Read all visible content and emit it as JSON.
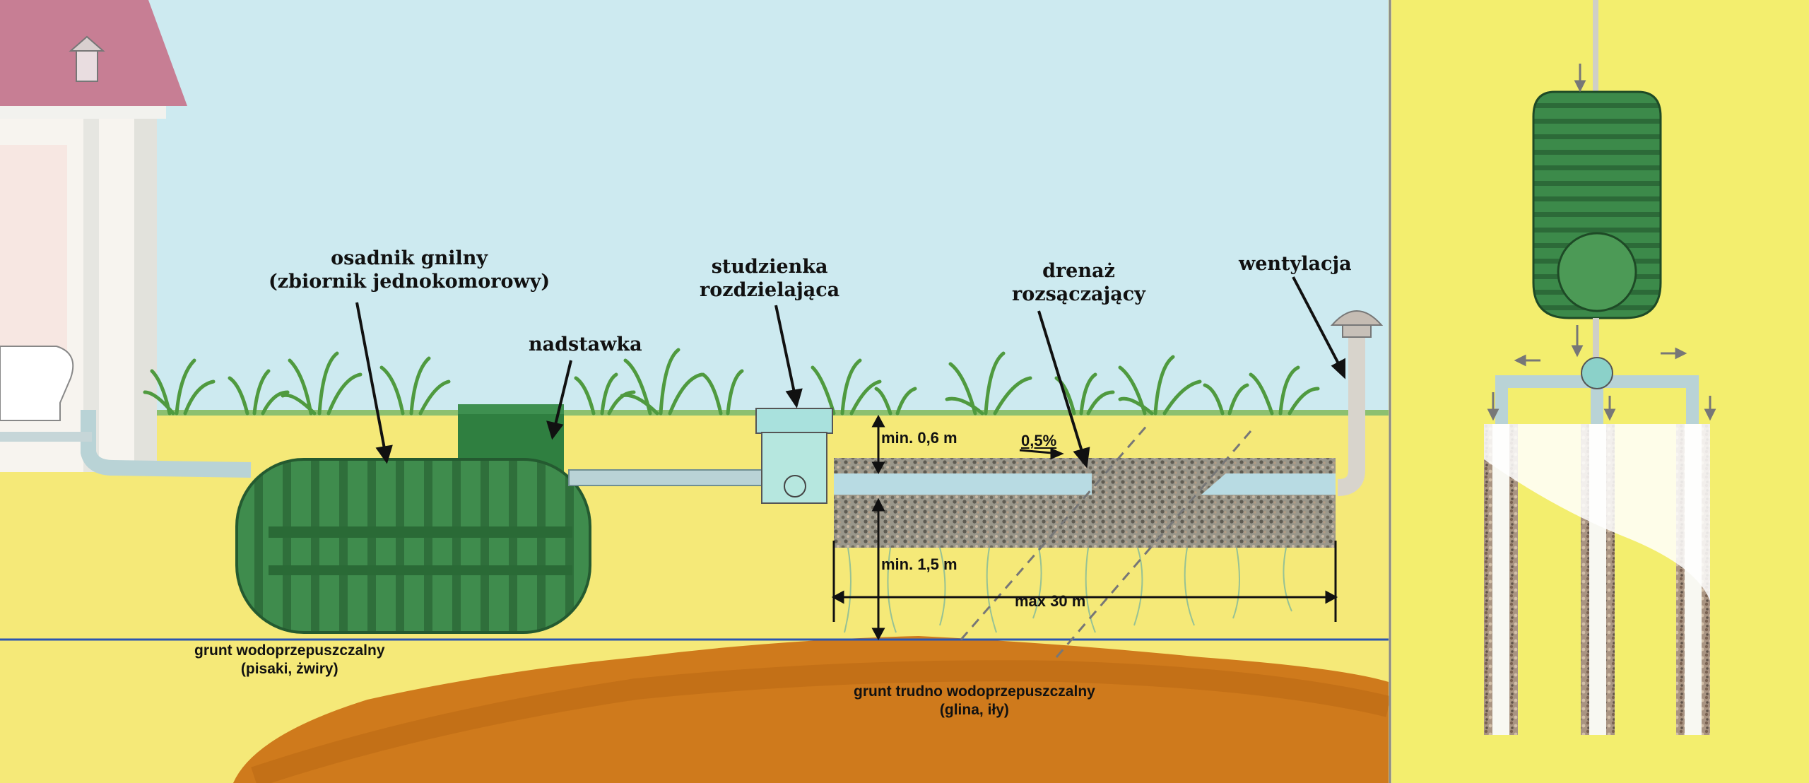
{
  "labels": {
    "septic_tank": {
      "line1": "osadnik gnilny",
      "line2": "(zbiornik jednokomorowy)"
    },
    "extension": "nadstawka",
    "distribution_box": {
      "line1": "studzienka",
      "line2": "rozdzielająca"
    },
    "drainage": {
      "line1": "drenaż",
      "line2": "rozsączający"
    },
    "ventilation": "wentylacja",
    "depth_cover": "min. 0,6 m",
    "slope": "0,5%",
    "depth_groundwater": "min. 1,5 m",
    "max_length": "max 30 m",
    "permeable_soil": {
      "line1": "grunt wodoprzepuszczalny",
      "line2": "(pisaki, żwiry)"
    },
    "impermeable_soil": {
      "line1": "grunt trudno wodoprzepuszczalny",
      "line2": "(glina, iły)"
    }
  },
  "colors": {
    "sky": "#cdeaf0",
    "soil": "#f5e978",
    "tank_green": "#3c8a4a",
    "clay": "#cf7a1c",
    "groundwater_line": "#2b55b0",
    "pipe": "#b9d3d6",
    "gravel": "#8d8c84"
  }
}
